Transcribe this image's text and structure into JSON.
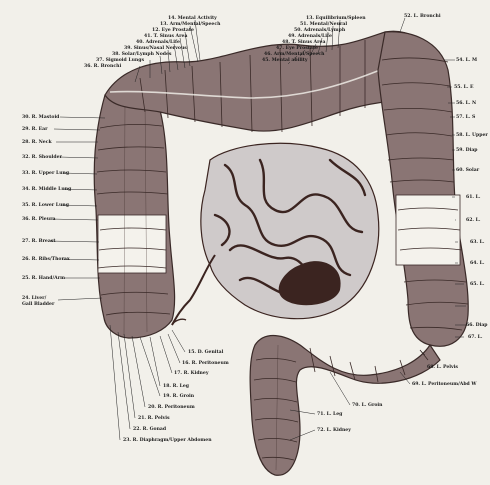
{
  "labels_top": [
    {
      "id": "t1",
      "text": "14. Mental Activity"
    },
    {
      "id": "t2",
      "text": "13. Arm/Mental/Speech"
    },
    {
      "id": "t3",
      "text": "12. Eye Prostate"
    },
    {
      "id": "t4",
      "text": "41. T. Sinus Area"
    },
    {
      "id": "t5",
      "text": "40. Adrenals/Life"
    },
    {
      "id": "t6",
      "text": "39. Sinus/Nasal Nervous"
    },
    {
      "id": "t7",
      "text": "38. Solar/Lymph Nodes"
    },
    {
      "id": "t8",
      "text": "37. Sigmoid Lungs"
    },
    {
      "id": "t9",
      "text": "36. R. Bronchi"
    },
    {
      "id": "t10",
      "text": "13. Equilibrium/Spleen"
    },
    {
      "id": "t11",
      "text": "51. Mental/Neural"
    },
    {
      "id": "t12",
      "text": "50. Adrenals/Lymph"
    },
    {
      "id": "t13",
      "text": "49. Adrenals/Life"
    },
    {
      "id": "t14",
      "text": "48. T. Sinus Area"
    },
    {
      "id": "t15",
      "text": "47. Eye Prostate"
    },
    {
      "id": "t16",
      "text": "46. Arm/Mental/Speech"
    },
    {
      "id": "t17",
      "text": "45. Mental ability"
    },
    {
      "id": "t18",
      "text": "52. L. Bronchi"
    }
  ],
  "labels_left": [
    {
      "id": "l1",
      "text": "30. R. Mastoid"
    },
    {
      "id": "l2",
      "text": "29. R. Ear"
    },
    {
      "id": "l3",
      "text": "28. R. Neck"
    },
    {
      "id": "l4",
      "text": "32. R. Shoulder"
    },
    {
      "id": "l5",
      "text": "33. R. Upper Lung"
    },
    {
      "id": "l6",
      "text": "34. R. Middle Lung"
    },
    {
      "id": "l7",
      "text": "35. R. Lower Lung"
    },
    {
      "id": "l8",
      "text": "36. R. Pleura"
    },
    {
      "id": "l9",
      "text": "27. R. Breast"
    },
    {
      "id": "l10",
      "text": "26. R. Ribs/Thorax"
    },
    {
      "id": "l11",
      "text": "25. R. Hand/Arm"
    },
    {
      "id": "l12",
      "text": "24. Liver/"
    },
    {
      "id": "l12b",
      "text": "Gall Bladder"
    }
  ],
  "labels_right": [
    {
      "id": "r1",
      "text": "54. L. M"
    },
    {
      "id": "r2",
      "text": "55. L. E"
    },
    {
      "id": "r3",
      "text": "56. L. N"
    },
    {
      "id": "r4",
      "text": "57. L. S"
    },
    {
      "id": "r5",
      "text": "58. L. Upper"
    },
    {
      "id": "r6",
      "text": "59. Diap"
    },
    {
      "id": "r7",
      "text": "60. Solar"
    },
    {
      "id": "r8",
      "text": "61. L."
    },
    {
      "id": "r9",
      "text": "62. L."
    },
    {
      "id": "r10",
      "text": "63. L."
    },
    {
      "id": "r11",
      "text": "64. L."
    },
    {
      "id": "r12",
      "text": "65. L."
    },
    {
      "id": "r13",
      "text": "66. Diap"
    },
    {
      "id": "r14",
      "text": "67. L."
    }
  ],
  "labels_bottom": [
    {
      "id": "b1",
      "text": "15. D. Genital"
    },
    {
      "id": "b2",
      "text": "16. R. Peritoneum"
    },
    {
      "id": "b3",
      "text": "17. R. Kidney"
    },
    {
      "id": "b4",
      "text": "18. R. Leg"
    },
    {
      "id": "b5",
      "text": "19. R. Groin"
    },
    {
      "id": "b6",
      "text": "20. R. Peritoneum"
    },
    {
      "id": "b7",
      "text": "21. R. Pelvis"
    },
    {
      "id": "b8",
      "text": "22. R. Gonad"
    },
    {
      "id": "b9",
      "text": "23. R. Diaphragm/Upper Abdomen"
    },
    {
      "id": "b10",
      "text": "68. L. Pelvis"
    },
    {
      "id": "b11",
      "text": "69. L. Peritoneum/Abd W"
    },
    {
      "id": "b12",
      "text": "70. L. Groin"
    },
    {
      "id": "b13",
      "text": "71. L. Leg"
    },
    {
      "id": "b14",
      "text": "72. L. Kidney"
    }
  ],
  "colors": {
    "colon": "#8a7574",
    "colon_dark": "#3a2a28",
    "band": "#f4f2ec",
    "small_intestine": "#cfcaca",
    "small_dark": "#3b2420",
    "background": "#f2f0ea",
    "leader": "#222222"
  }
}
